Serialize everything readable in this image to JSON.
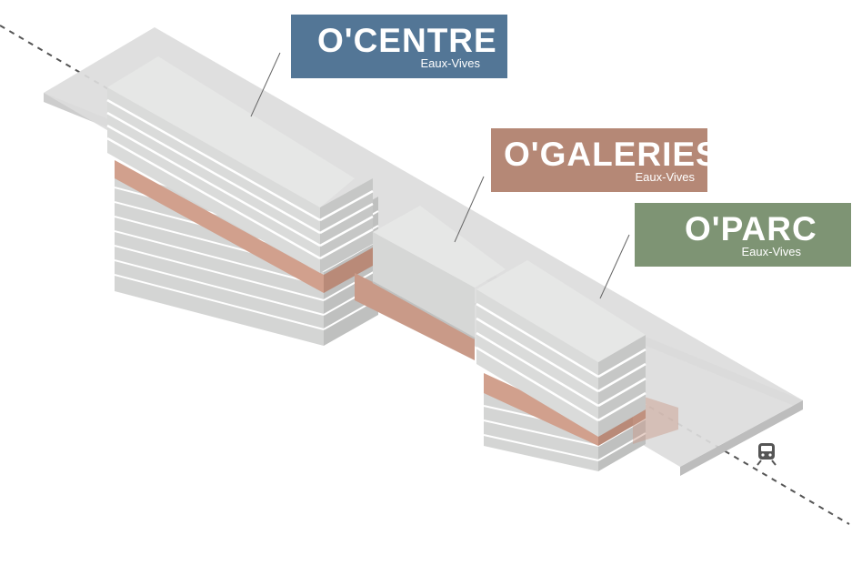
{
  "colors": {
    "centre": "#537696",
    "galeries": "#b58876",
    "parc": "#7e9474",
    "slab": "#e4e5e4",
    "slab_shadow": "#c9cac9",
    "copper": "#d1a08d",
    "platform": "#dcdcdc",
    "rail": "#555555"
  },
  "labels": {
    "centre": {
      "name": "O'CENTRE",
      "sub": "Eaux-Vives"
    },
    "galeries": {
      "name": "O'GALERIES",
      "sub": "Eaux-Vives"
    },
    "parc": {
      "name": "O'PARC",
      "sub": "Eaux-Vives"
    }
  },
  "icons": {
    "train": "train-icon"
  }
}
